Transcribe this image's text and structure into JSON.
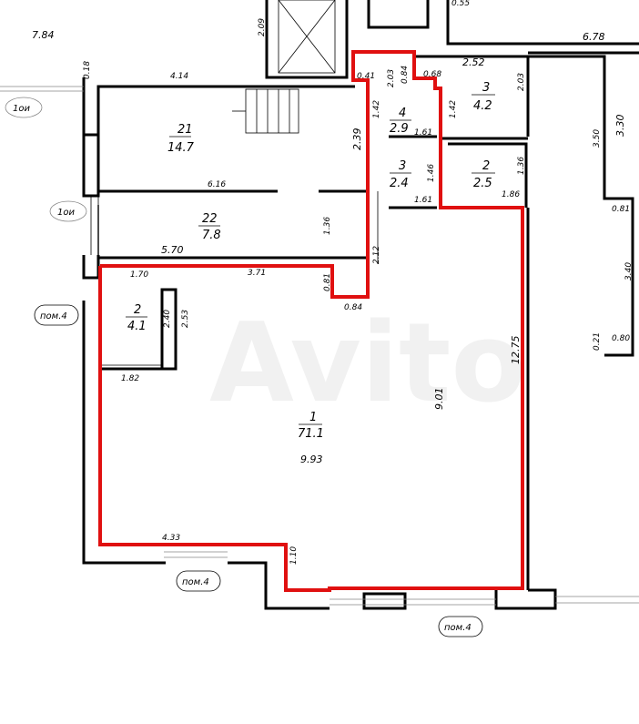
{
  "rooms": [
    {
      "num": "21",
      "area": "14.7"
    },
    {
      "num": "22",
      "area": "7.8"
    },
    {
      "num": "4",
      "area": "2.9"
    },
    {
      "num": "3",
      "area": "2.4"
    },
    {
      "num": "3",
      "area": "4.2"
    },
    {
      "num": "2",
      "area": "2.5"
    },
    {
      "num": "2",
      "area": "4.1"
    },
    {
      "num": "1",
      "area": "71.1"
    }
  ],
  "dims": [
    "7.84",
    "0.55",
    "6.78",
    "2.09",
    "0.18",
    "4.14",
    "0.41",
    "2.03",
    "0.84",
    "0.68",
    "2.52",
    "2.03",
    "1.42",
    "1.42",
    "2.39",
    "1.61",
    "3.30",
    "3.50",
    "1.46",
    "1.36",
    "6.16",
    "1.61",
    "1.86",
    "1.36",
    "0.81",
    "5.70",
    "2.12",
    "1.70",
    "3.71",
    "0.81",
    "0.84",
    "3.40",
    "2.40",
    "2.53",
    "12.75",
    "0.21",
    "0.80",
    "1.82",
    "9.01",
    "9.93",
    "4.33",
    "1.10"
  ],
  "tags": [
    "1ои",
    "1ои",
    "пом.4",
    "пом.4",
    "пом.4"
  ],
  "watermark": "Avito"
}
